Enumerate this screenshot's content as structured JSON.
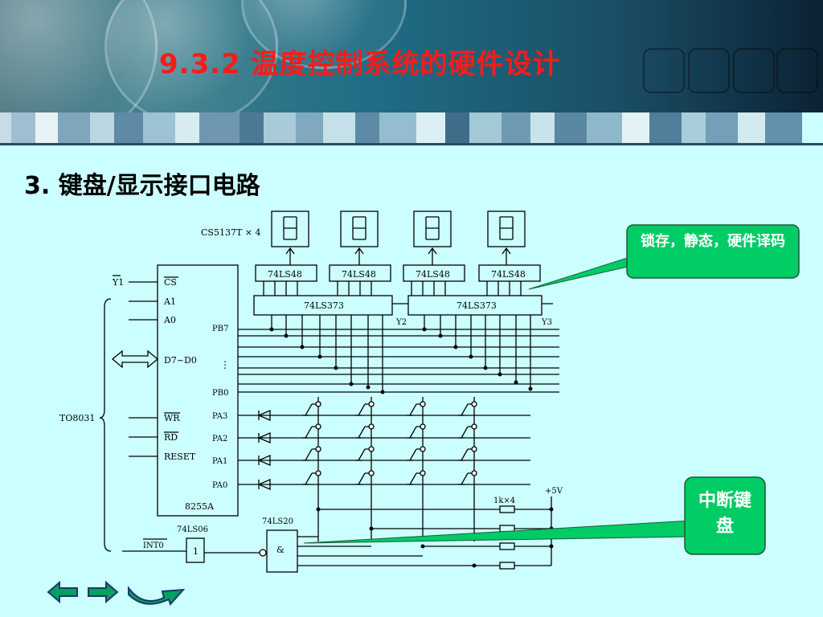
{
  "slide": {
    "title": "9.3.2  温度控制系统的硬件设计",
    "subtitle": "3. 键盘/显示接口电路"
  },
  "callouts": {
    "latch": "锁存，静态，硬件译码",
    "interrupt": "中断键盘"
  },
  "diagram": {
    "display_label": "CS5137T × 4",
    "decoders": [
      "74LS48",
      "74LS48",
      "74LS48",
      "74LS48"
    ],
    "latches": [
      "74LS373",
      "74LS373"
    ],
    "latch_selects": [
      "Y2",
      "Y3"
    ],
    "chip_name": "8255A",
    "chip_pins_left": [
      "CS",
      "A1",
      "A0",
      "D7~D0",
      "WR",
      "RD",
      "RESET"
    ],
    "chip_pins_right": [
      "PB7",
      "⋮",
      "PB0",
      "PA3",
      "PA2",
      "PA1",
      "PA0"
    ],
    "y1_label": "Y1",
    "cpu_label": "TO8031",
    "inverter": "74LS06",
    "nand": "74LS20",
    "nand_symbol": "&",
    "int_label": "INT0",
    "resistors": "1k×4",
    "supply": "+5V"
  },
  "colors": {
    "background": "#ccffff",
    "title": "#ff1a1a",
    "callout": "#00cc66",
    "nav": "#00a060"
  },
  "nav": {
    "back_icon": "arrow-left-icon",
    "forward_icon": "arrow-right-icon",
    "return_icon": "return-arrow-icon"
  }
}
